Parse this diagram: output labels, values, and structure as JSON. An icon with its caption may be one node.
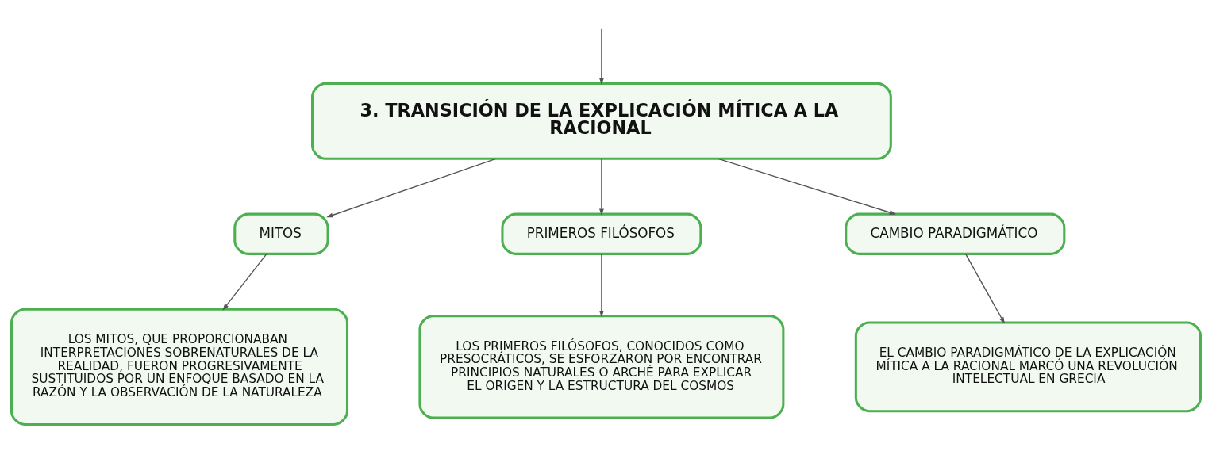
{
  "diagram": {
    "nodes": [
      {
        "text": [
          "3. TRANSICIÓN DE LA EXPLICACIÓN MÍTICA A LA RACIONAL"
        ]
      },
      {
        "text": [
          "MITOS"
        ]
      },
      {
        "text": [
          "PRIMEROS FILÓSOFOS"
        ]
      },
      {
        "text": [
          "CAMBIO PARADIGMÁTICO"
        ]
      },
      {
        "text": [
          "LOS MITOS, QUE PROPORCIONABAN INTERPRETACIONES SOBRENATURALES DE LA REALIDAD, FUERON PROGRESIVAMENTE SUSTITUIDOS POR UN ENFOQUE BASADO EN LA RAZÓN Y LA OBSERVACIÓN DE LA NATURALEZA"
        ]
      },
      {
        "text": [
          "LOS PRIMEROS FILÓSOFOS, CONOCIDOS COMO PRESOCRÁTICOS, SE ESFORZARON POR ENCONTRAR PRINCIPIOS NATURALES O ARCHÉ PARA EXPLICAR EL ORIGEN Y LA ESTRUCTURA DEL COSMOS"
        ]
      },
      {
        "text": [
          "EL CAMBIO PARADIGMÁTICO DE LA EXPLICACIÓN MÍTICA A LA RACIONAL MARCÓ UNA REVOLUCIÓN INTELECTUAL EN GRECIA"
        ]
      }
    ],
    "edges": [
      {
        "from": null,
        "to": 0,
        "arrow": "to"
      },
      {
        "from": 0,
        "to": 1,
        "arrow": "to"
      },
      {
        "from": 0,
        "to": 2,
        "arrow": "to"
      },
      {
        "from": 0,
        "to": 3,
        "arrow": "to"
      },
      {
        "from": 1,
        "to": 4,
        "arrow": "to"
      },
      {
        "from": 2,
        "to": 5,
        "arrow": "to"
      },
      {
        "from": 3,
        "to": 6,
        "arrow": "to"
      }
    ]
  }
}
